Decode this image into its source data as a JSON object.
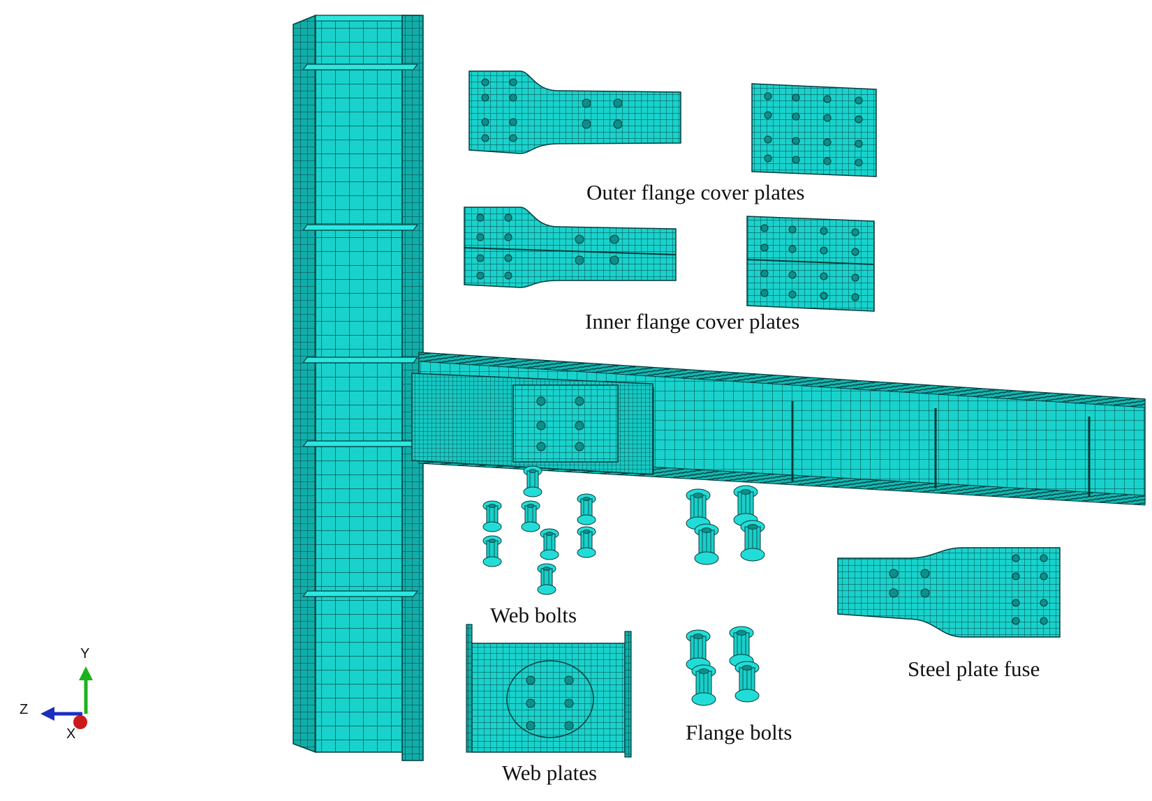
{
  "labels": {
    "outer_flange_cover_plates": "Outer flange cover plates",
    "inner_flange_cover_plates": "Inner flange cover plates",
    "web_bolts": "Web bolts",
    "flange_bolts": "Flange bolts",
    "steel_plate_fuse": "Steel plate fuse",
    "web_plates": "Web plates"
  },
  "axes": {
    "y": "Y",
    "z": "Z",
    "x": "X"
  },
  "colors": {
    "mesh_fill": "#19d2cc",
    "mesh_line": "#063a3a",
    "axis_y": "#1bb31b",
    "axis_z": "#1a2fbf",
    "axis_x": "#cc1a1a"
  },
  "icons": {
    "triad": "coordinate-triad-icon"
  }
}
